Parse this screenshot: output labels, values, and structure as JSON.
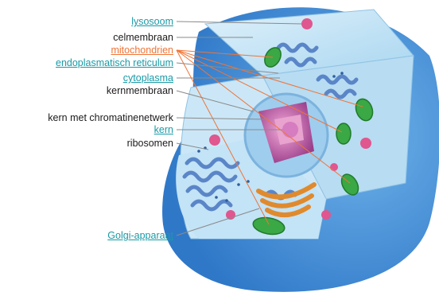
{
  "labels": {
    "lysosome": "lysosoom",
    "membrane": "celmembraan",
    "mito": "mitochondrien",
    "er": "endoplasmatisch reticulum",
    "cytoplasm": "cytoplasma",
    "nuclear_membrane": "kernmembraan",
    "chromatin": "kern met chromatinenetwerk",
    "nucleus": "kern",
    "ribosomes": "ribosomen",
    "golgi": "Golgi-apparaat"
  },
  "colors": {
    "cell_outer": "#3f8ed6",
    "cytoplasm": "#bfe2f4",
    "er": "#5a86c8",
    "mitochondria": "#3aa845",
    "lysosome": "#e0568f",
    "nucleus": "#c05aa6",
    "golgi": "#e08a2e",
    "leader_orange": "#f07436",
    "leader_grey": "#8a8a8a",
    "link_text": "#1a9aa6"
  }
}
